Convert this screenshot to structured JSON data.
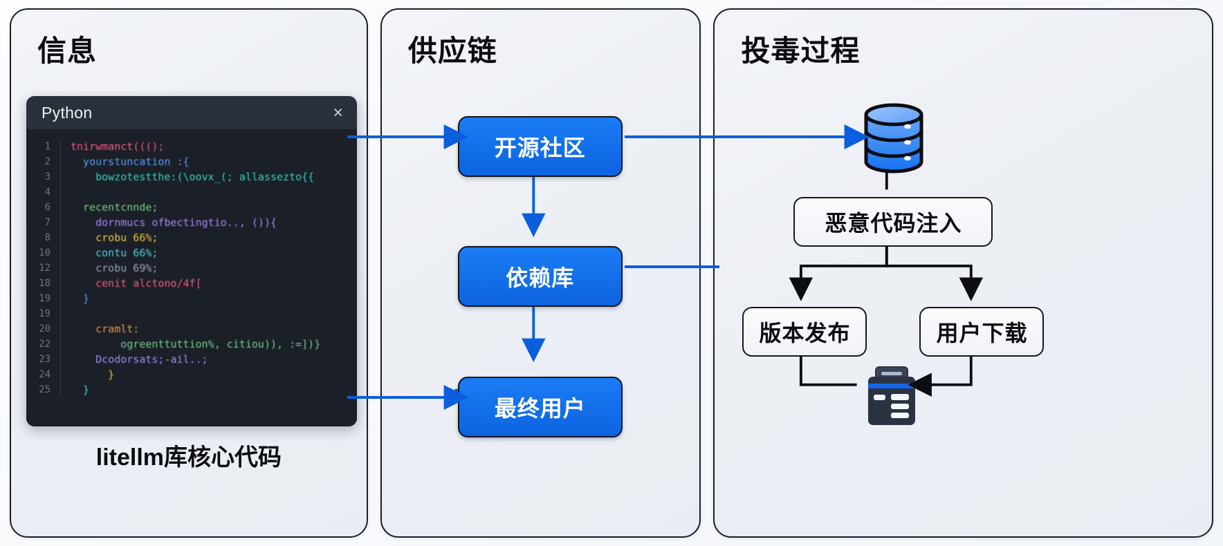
{
  "panels": {
    "info": {
      "title": "信息"
    },
    "chain": {
      "title": "供应链"
    },
    "poison": {
      "title": "投毒过程"
    }
  },
  "code_window": {
    "language": "Python",
    "close_icon": "×",
    "caption": "litellm库核心代码",
    "lines": [
      {
        "no": "1",
        "text": "tnirwmanct((();"
      },
      {
        "no": "2",
        "text": "  yourstuncation :{"
      },
      {
        "no": "3",
        "text": "    bowzotestthe:(\\oovx_(; allassezto{{"
      },
      {
        "no": "4",
        "text": ""
      },
      {
        "no": "6",
        "text": "  recentcnnde;"
      },
      {
        "no": "7",
        "text": "    dornmucs ofbectingtio.., ()){"
      },
      {
        "no": "8",
        "text": "    crobu 66%;"
      },
      {
        "no": "10",
        "text": "    contu 66%;"
      },
      {
        "no": "12",
        "text": "    crobu 69%;"
      },
      {
        "no": "18",
        "text": "    cenit alctono/4f["
      },
      {
        "no": "19",
        "text": "  }"
      },
      {
        "no": "19",
        "text": ""
      },
      {
        "no": "20",
        "text": "    cramlt:"
      },
      {
        "no": "22",
        "text": "        ogreenttuttion%, citiou)), :=])}"
      },
      {
        "no": "23",
        "text": "    Dcodorsats;-ail..;"
      },
      {
        "no": "24",
        "text": "      }"
      },
      {
        "no": "25",
        "text": "  }"
      }
    ]
  },
  "chain_nodes": {
    "community": "开源社区",
    "dependency": "依赖库",
    "end_user": "最终用户"
  },
  "poison_nodes": {
    "inject": "恶意代码注入",
    "release": "版本发布",
    "download": "用户下载"
  },
  "icons": {
    "database": "database-icon",
    "document": "clipboard-document-icon"
  },
  "colors": {
    "accent_blue": "#0d63e0",
    "arrow_blue": "#0b5ede",
    "node_border": "#14171e",
    "panel_bg": "#eceff4",
    "code_bg": "#1b1f27",
    "code_titlebar": "#2b313c"
  }
}
